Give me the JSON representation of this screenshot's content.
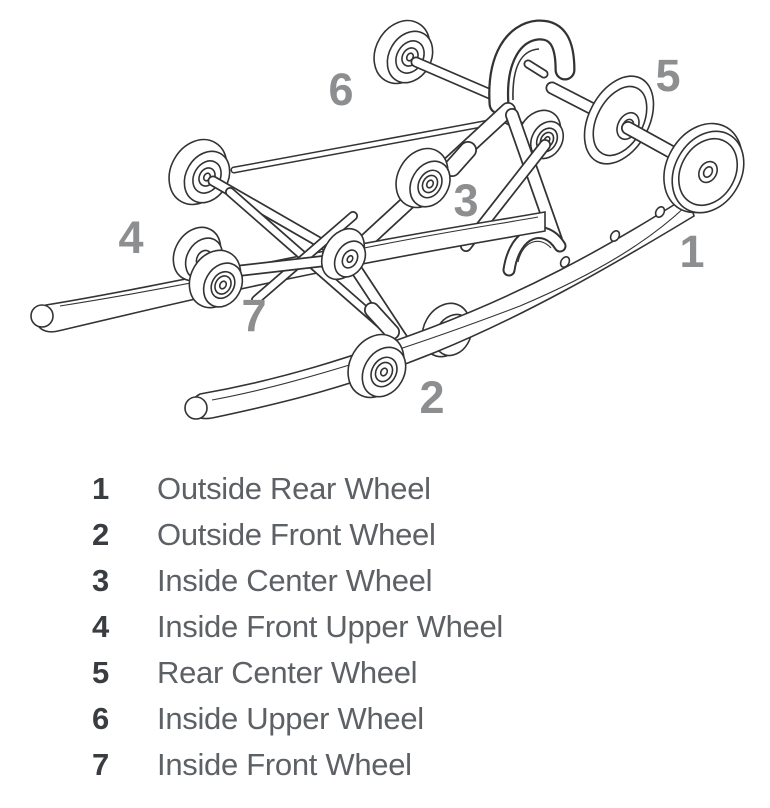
{
  "diagram": {
    "description": "Isometric line drawing of a suspension rail assembly with numbered idler wheels",
    "callouts": {
      "c1": "1",
      "c2": "2",
      "c3": "3",
      "c4": "4",
      "c5": "5",
      "c6": "6",
      "c7": "7"
    }
  },
  "legend": {
    "items": [
      {
        "num": "1",
        "label": "Outside Rear Wheel"
      },
      {
        "num": "2",
        "label": "Outside Front Wheel"
      },
      {
        "num": "3",
        "label": "Inside Center Wheel"
      },
      {
        "num": "4",
        "label": "Inside Front Upper Wheel"
      },
      {
        "num": "5",
        "label": "Rear Center Wheel"
      },
      {
        "num": "6",
        "label": "Inside Upper Wheel"
      },
      {
        "num": "7",
        "label": "Inside Front Wheel"
      }
    ]
  },
  "colors": {
    "background": "#ffffff",
    "line_art": "#333333",
    "callout_number": "#8c8e90",
    "legend_number": "#393d41",
    "legend_label": "#5d6165"
  }
}
